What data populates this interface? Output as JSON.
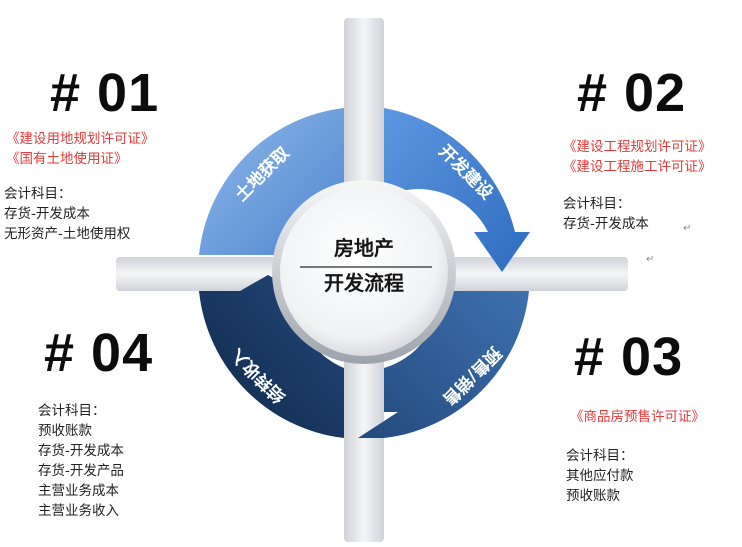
{
  "center": {
    "line1": "房地产",
    "line2": "开发流程"
  },
  "stages": [
    {
      "label": "土地获取"
    },
    {
      "label": "开发建设"
    },
    {
      "label": "预售/销售"
    },
    {
      "label": "结转收入"
    }
  ],
  "sections": [
    {
      "number": "# 01",
      "permits": [
        "《建设用地规划许可证》",
        "《国有土地使用证》"
      ],
      "accounts_title": "会计科目：",
      "accounts": [
        "存货-开发成本",
        "无形资产-土地使用权"
      ]
    },
    {
      "number": "# 02",
      "permits": [
        "《建设工程规划许可证》",
        "《建设工程施工许可证》"
      ],
      "accounts_title": "会计科目：",
      "accounts": [
        "存货-开发成本"
      ]
    },
    {
      "number": "# 03",
      "permits": [
        "《商品房预售许可证》"
      ],
      "accounts_title": "会计科目：",
      "accounts": [
        "其他应付款",
        "预收账款"
      ]
    },
    {
      "number": "# 04",
      "permits": [],
      "accounts_title": "会计科目：",
      "accounts": [
        "预收账款",
        "存货-开发成本",
        "存货-开发产品",
        "主营业务成本",
        "主营业务收入"
      ]
    }
  ],
  "return_mark": "↵",
  "colors": {
    "q1": "#6a9ee0",
    "q2": "#4a86d6",
    "q3": "#2f5d98",
    "q4": "#17365f",
    "cross": "#e6e8ec",
    "permit": "#e23b3b"
  }
}
